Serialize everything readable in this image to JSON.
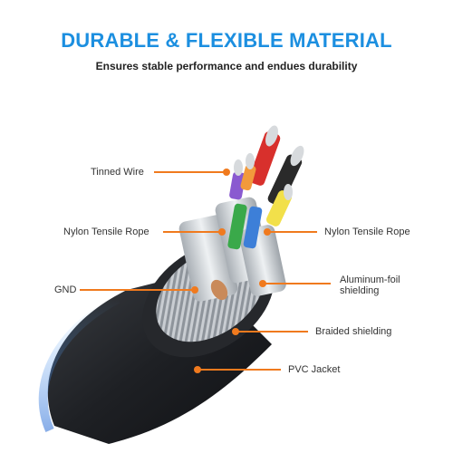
{
  "headline": {
    "text": "DURABLE & FLEXIBLE MATERIAL",
    "color": "#1c8fe0"
  },
  "subline": "Ensures stable performance and endues durability",
  "accent_color": "#f07a1e",
  "callouts": {
    "tinned_wire": "Tinned Wire",
    "nylon_left": "Nylon Tensile Rope",
    "nylon_right": "Nylon Tensile Rope",
    "aluminum_line1": "Aluminum-foil",
    "aluminum_line2": "shielding",
    "gnd": "GND",
    "braided": "Braided shielding",
    "pvc": "PVC Jacket"
  },
  "wire_colors": [
    "#d8302c",
    "#2a2a2a",
    "#f2e04a",
    "#8a5ad0",
    "#f29a3c",
    "#3aa94a",
    "#3d7fd8",
    "#ffffff"
  ]
}
